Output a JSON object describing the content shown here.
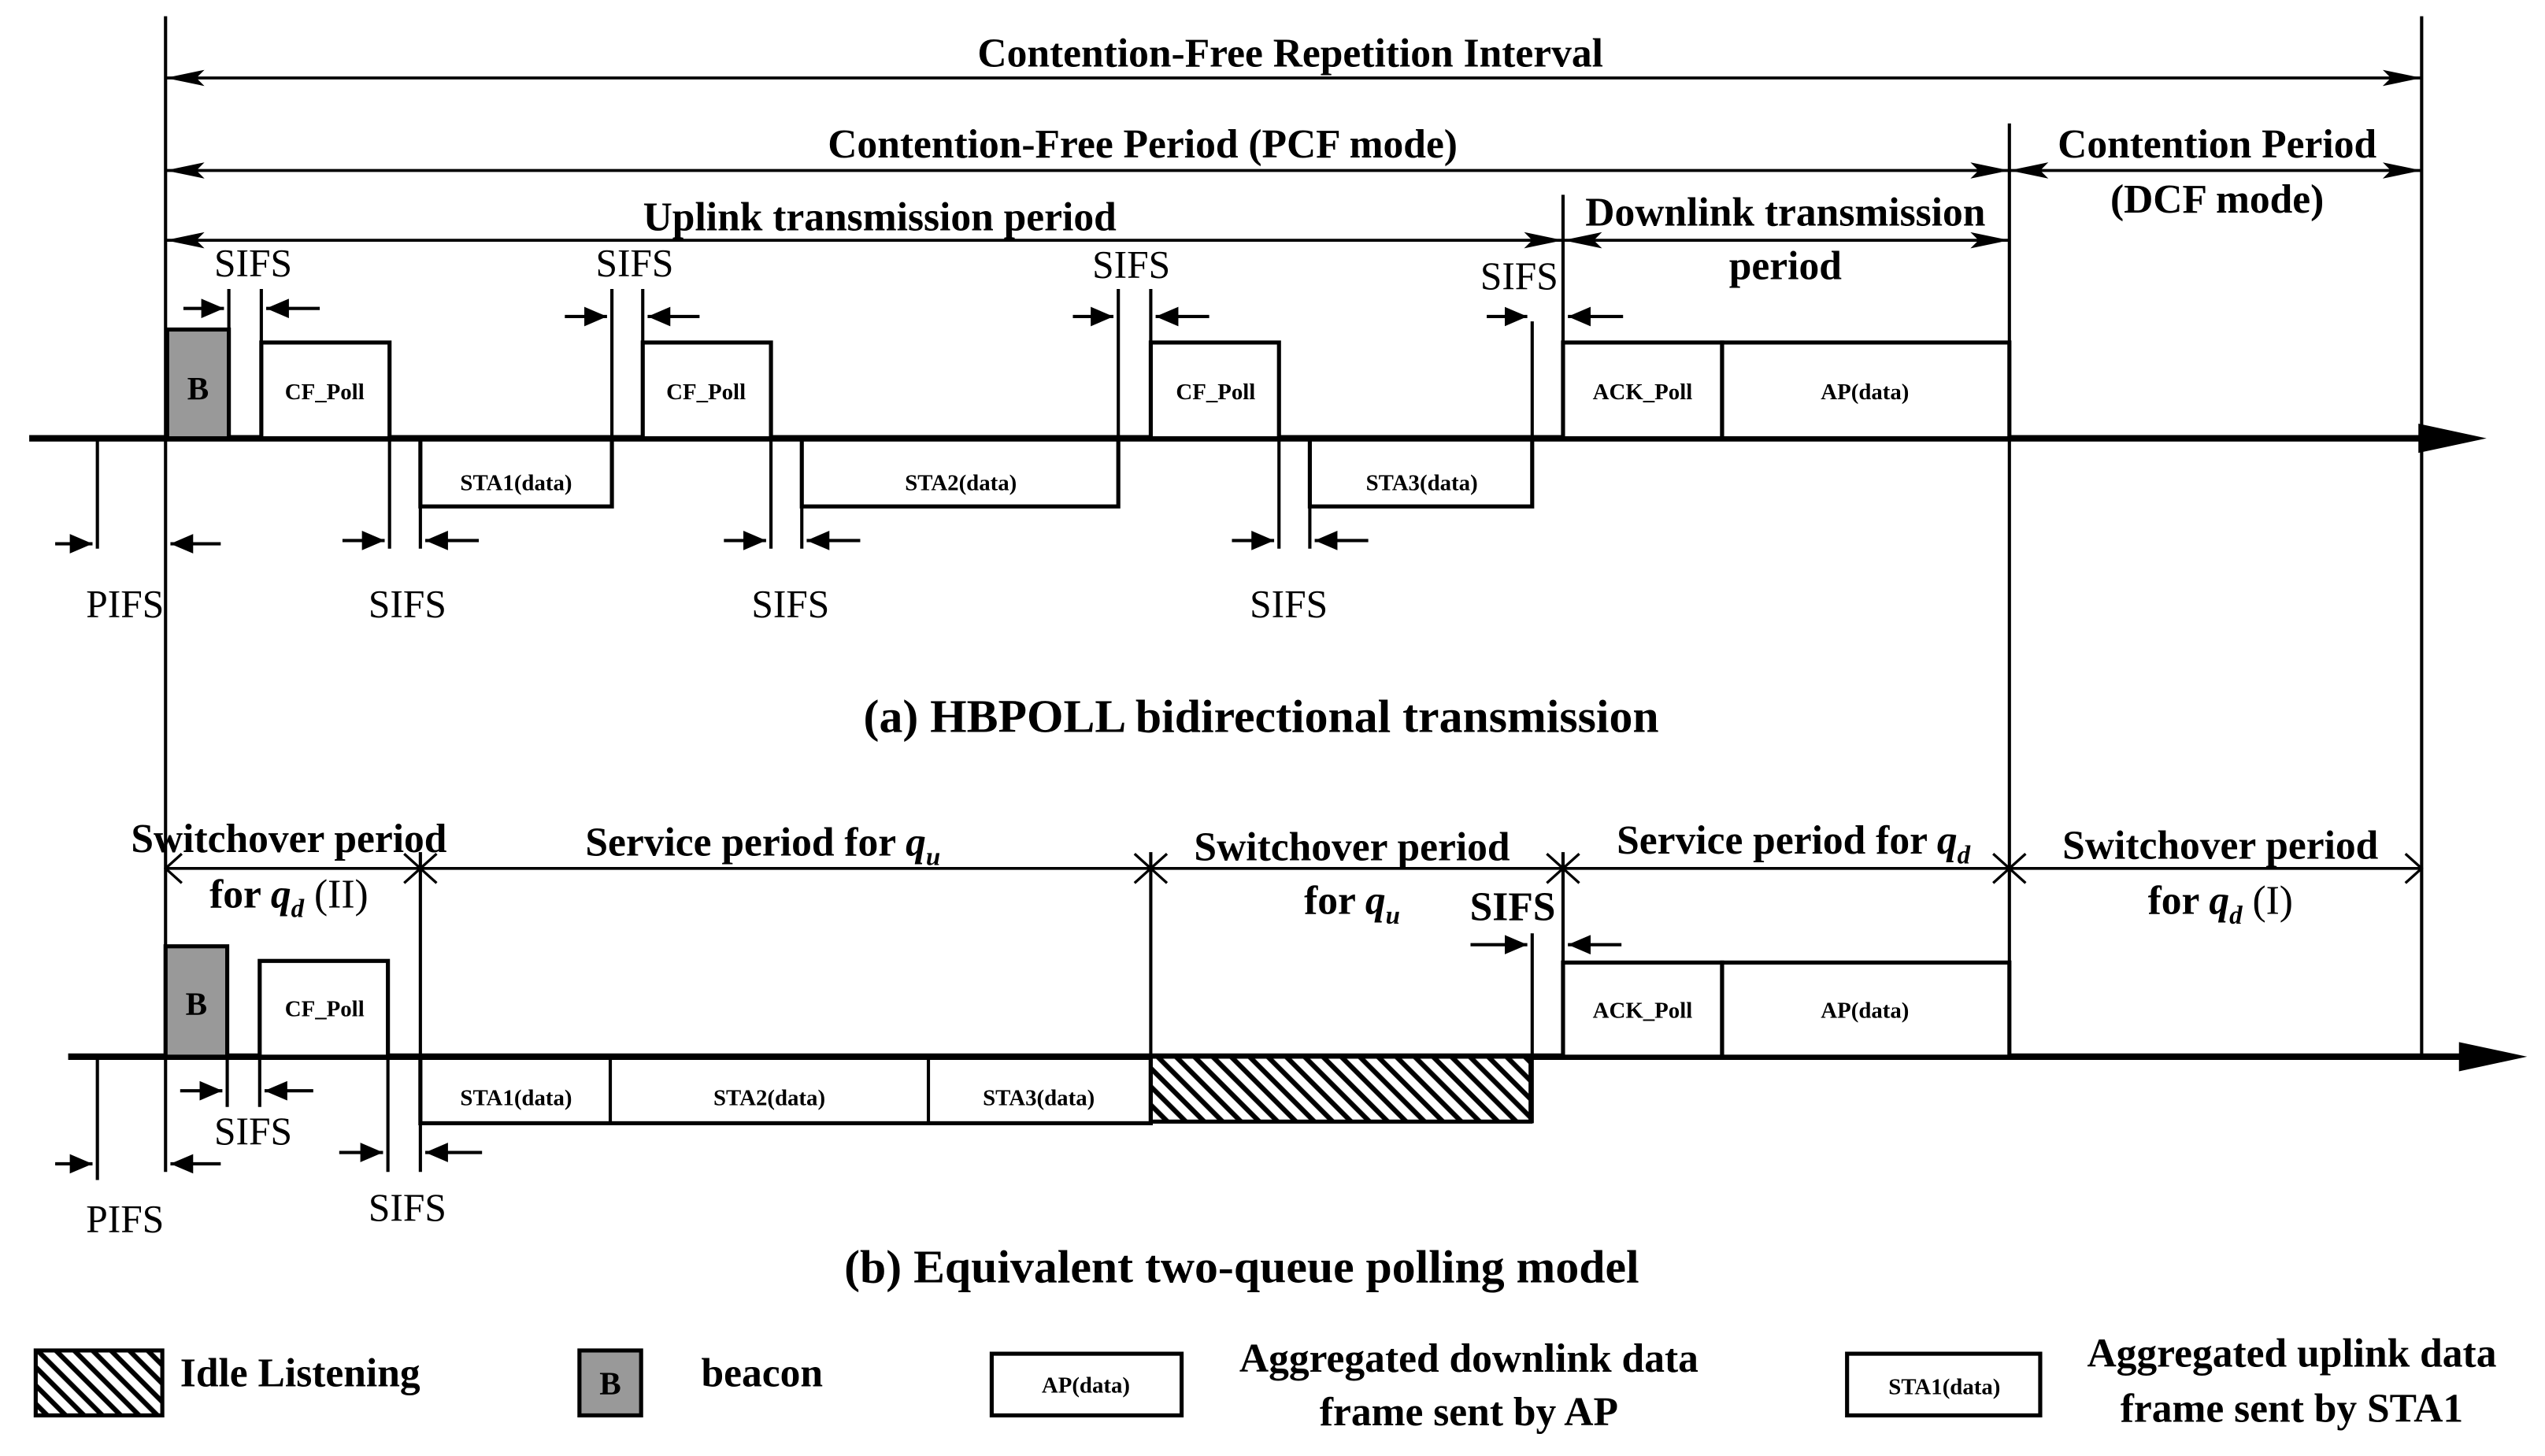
{
  "colors": {
    "beacon_fill": "#999999",
    "stroke": "#000000",
    "background": "#ffffff"
  },
  "diagram_a": {
    "repetition_interval": "Contention-Free Repetition Interval",
    "contention_free_period": "Contention-Free Period (PCF mode)",
    "contention_period": [
      "Contention Period",
      "(DCF mode)"
    ],
    "uplink_period": "Uplink transmission period",
    "downlink_period": [
      "Downlink transmission",
      "period"
    ],
    "beacon": "B",
    "poll_frame": "CF_Poll",
    "ack_poll_frame": "ACK_Poll",
    "ap_frame": "AP(data)",
    "uplink_frames": [
      "STA1(data)",
      "STA2(data)",
      "STA3(data)"
    ],
    "sifs": "SIFS",
    "pifs": "PIFS",
    "caption": "(a) HBPOLL bidirectional transmission"
  },
  "diagram_b": {
    "periods": [
      {
        "title": "Switchover period",
        "for": "for ",
        "queue": "q",
        "queue_sub": "d",
        "suffix": " (II)"
      },
      {
        "title": "Service period for ",
        "queue": "q",
        "queue_sub": "u"
      },
      {
        "title": "Switchover period",
        "for": "for ",
        "queue": "q",
        "queue_sub": "u"
      },
      {
        "title": "Service period for ",
        "queue": "q",
        "queue_sub": "d"
      },
      {
        "title": "Switchover period",
        "for": "for ",
        "queue": "q",
        "queue_sub": "d",
        "suffix": " (I)"
      }
    ],
    "beacon": "B",
    "poll_frame": "CF_Poll",
    "ack_poll_frame": "ACK_Poll",
    "ap_frame": "AP(data)",
    "uplink_frames": [
      "STA1(data)",
      "STA2(data)",
      "STA3(data)"
    ],
    "sifs": "SIFS",
    "pifs": "PIFS",
    "caption": "(b) Equivalent two-queue polling model"
  },
  "legend": {
    "idle_label": "Idle Listening",
    "beacon_box": "B",
    "beacon_label": "beacon",
    "ap_box": "AP(data)",
    "ap_desc": [
      "Aggregated downlink data",
      "frame sent by AP"
    ],
    "sta_box": "STA1(data)",
    "sta_desc": [
      "Aggregated uplink data",
      "frame sent by STA1"
    ]
  }
}
